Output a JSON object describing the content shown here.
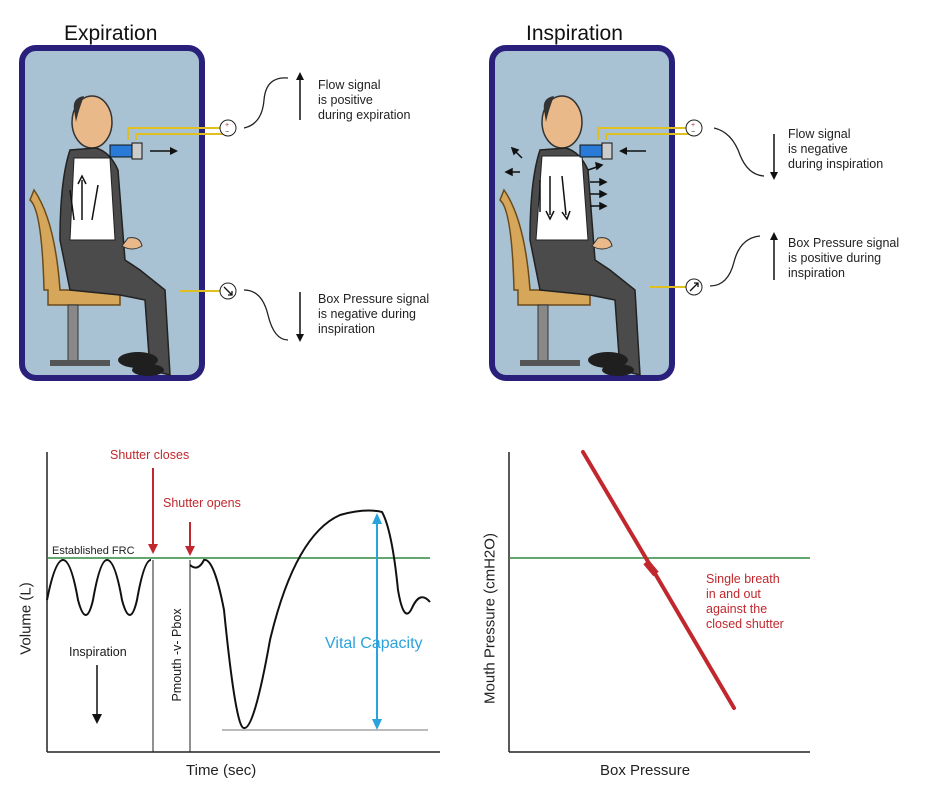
{
  "panels": {
    "expiration": {
      "title": "Expiration",
      "flow_note": "Flow signal\nis positive\nduring expiration",
      "box_note": "Box Pressure signal\nis negative during\ninspiration"
    },
    "inspiration": {
      "title": "Inspiration",
      "flow_note": "Flow signal\nis negative\nduring inspiration",
      "box_note": "Box Pressure signal\nis positive during\ninspiration"
    }
  },
  "volume_chart": {
    "xlabel": "Time (sec)",
    "ylabel": "Volume (L)",
    "frc_label": "Established FRC",
    "shutter_closes": "Shutter closes",
    "shutter_opens": "Shutter opens",
    "pmouth_label": "Pmouth -v- Pbox",
    "inspiration_label": "Inspiration",
    "vital_capacity_label": "Vital Capacity"
  },
  "pressure_chart": {
    "xlabel": "Box Pressure",
    "ylabel": "Mouth Pressure (cmH2O)",
    "annotation": "Single breath\nin and out\nagainst the\nclosed shutter"
  },
  "colors": {
    "box_frame": "#28207a",
    "box_fill": "#a9c2d3",
    "red": "#c0282d",
    "green": "#2e8b3e",
    "blue": "#2aa3dc",
    "wire": "#e0c020"
  }
}
